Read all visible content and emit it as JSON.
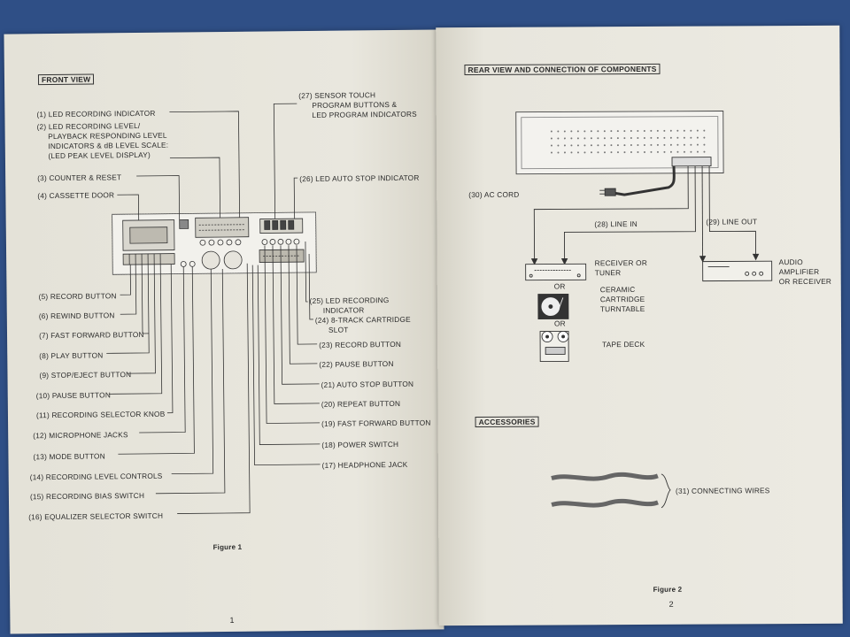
{
  "left": {
    "heading": "FRONT VIEW",
    "labels_left": [
      "(1) LED RECORDING INDICATOR",
      "(2) LED RECORDING LEVEL/\n     PLAYBACK RESPONDING LEVEL\n     INDICATORS & dB LEVEL SCALE:\n     (LED PEAK LEVEL DISPLAY)",
      "(3) COUNTER & RESET",
      "(4) CASSETTE DOOR",
      "(5) RECORD BUTTON",
      "(6) REWIND BUTTON",
      "(7) FAST FORWARD BUTTON",
      "(8) PLAY BUTTON",
      "(9) STOP/EJECT BUTTON",
      "(10) PAUSE BUTTON",
      "(11) RECORDING SELECTOR KNOB",
      "(12) MICROPHONE JACKS",
      "(13) MODE BUTTON",
      "(14) RECORDING LEVEL CONTROLS",
      "(15) RECORDING BIAS SWITCH",
      "(16) EQUALIZER SELECTOR SWITCH"
    ],
    "labels_right": [
      "(27) SENSOR TOUCH\n      PROGRAM BUTTONS &\n      LED PROGRAM INDICATORS",
      "(26) LED AUTO STOP INDICATOR",
      "(25) LED RECORDING\n      INDICATOR",
      "(24) 8-TRACK CARTRIDGE\n      SLOT",
      "(23) RECORD BUTTON",
      "(22) PAUSE BUTTON",
      "(21) AUTO STOP BUTTON",
      "(20) REPEAT BUTTON",
      "(19) FAST FORWARD BUTTON",
      "(18) POWER SWITCH",
      "(17) HEADPHONE JACK"
    ],
    "figure": "Figure 1",
    "page_number": "1"
  },
  "right": {
    "heading": "REAR VIEW AND CONNECTION OF COMPONENTS",
    "ac_cord": "(30) AC CORD",
    "line_in": "(28) LINE IN",
    "line_out": "(29) LINE OUT",
    "receiver": "RECEIVER OR\nTUNER",
    "or1": "OR",
    "turntable": "CERAMIC\nCARTRIDGE\nTURNTABLE",
    "or2": "OR",
    "tape_deck": "TAPE DECK",
    "amplifier": "AUDIO\nAMPLIFIER\nOR RECEIVER",
    "accessories_heading": "ACCESSORIES",
    "wires": "(31) CONNECTING WIRES",
    "figure": "Figure 2",
    "page_number": "2"
  }
}
